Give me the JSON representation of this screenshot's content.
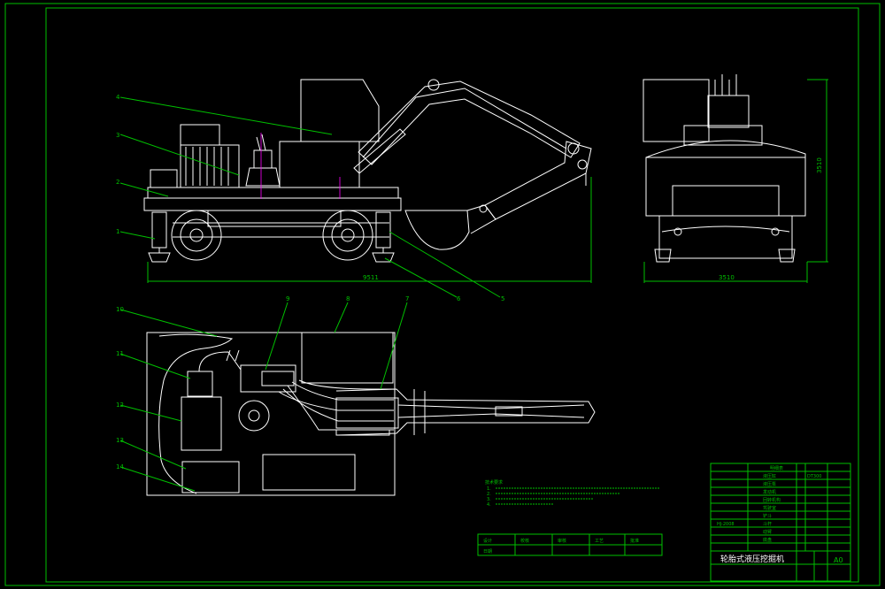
{
  "drawing": {
    "callouts": [
      {
        "id": "c1",
        "label": "1"
      },
      {
        "id": "c2",
        "label": "2"
      },
      {
        "id": "c3",
        "label": "3"
      },
      {
        "id": "c4",
        "label": "4"
      },
      {
        "id": "c5",
        "label": "5"
      },
      {
        "id": "c6",
        "label": "6"
      },
      {
        "id": "c7",
        "label": "7"
      },
      {
        "id": "c8",
        "label": "8"
      },
      {
        "id": "c9",
        "label": "9"
      },
      {
        "id": "c10",
        "label": "10"
      },
      {
        "id": "c11",
        "label": "11"
      },
      {
        "id": "c12",
        "label": "12"
      },
      {
        "id": "c13",
        "label": "13"
      },
      {
        "id": "c14",
        "label": "14"
      }
    ],
    "dimensions": {
      "side_length": "9511",
      "end_height": "3510",
      "end_width": "3510"
    },
    "tech_notes": {
      "heading": "技术要求",
      "items": [
        "1.",
        "2.",
        "3.",
        "4."
      ]
    },
    "title_block": {
      "title": "轮胎式液压挖掘机",
      "sheet_size": "A0",
      "drawing_no": "DT300",
      "material_code": "HJ-2008",
      "parts_list_header": "明细表",
      "parts_rows": [
        "液压缸",
        "液压泵",
        "发动机",
        "回转机构",
        "驾驶室",
        "铲斗",
        "斗杆",
        "动臂",
        "底盘"
      ],
      "sign_labels": [
        "设计",
        "校核",
        "审核",
        "工艺",
        "批准",
        "日期"
      ]
    }
  },
  "colors": {
    "background": "#000000",
    "frame": "#00c000",
    "geometry": "#ffffff",
    "centerline": "#ff00ff"
  }
}
